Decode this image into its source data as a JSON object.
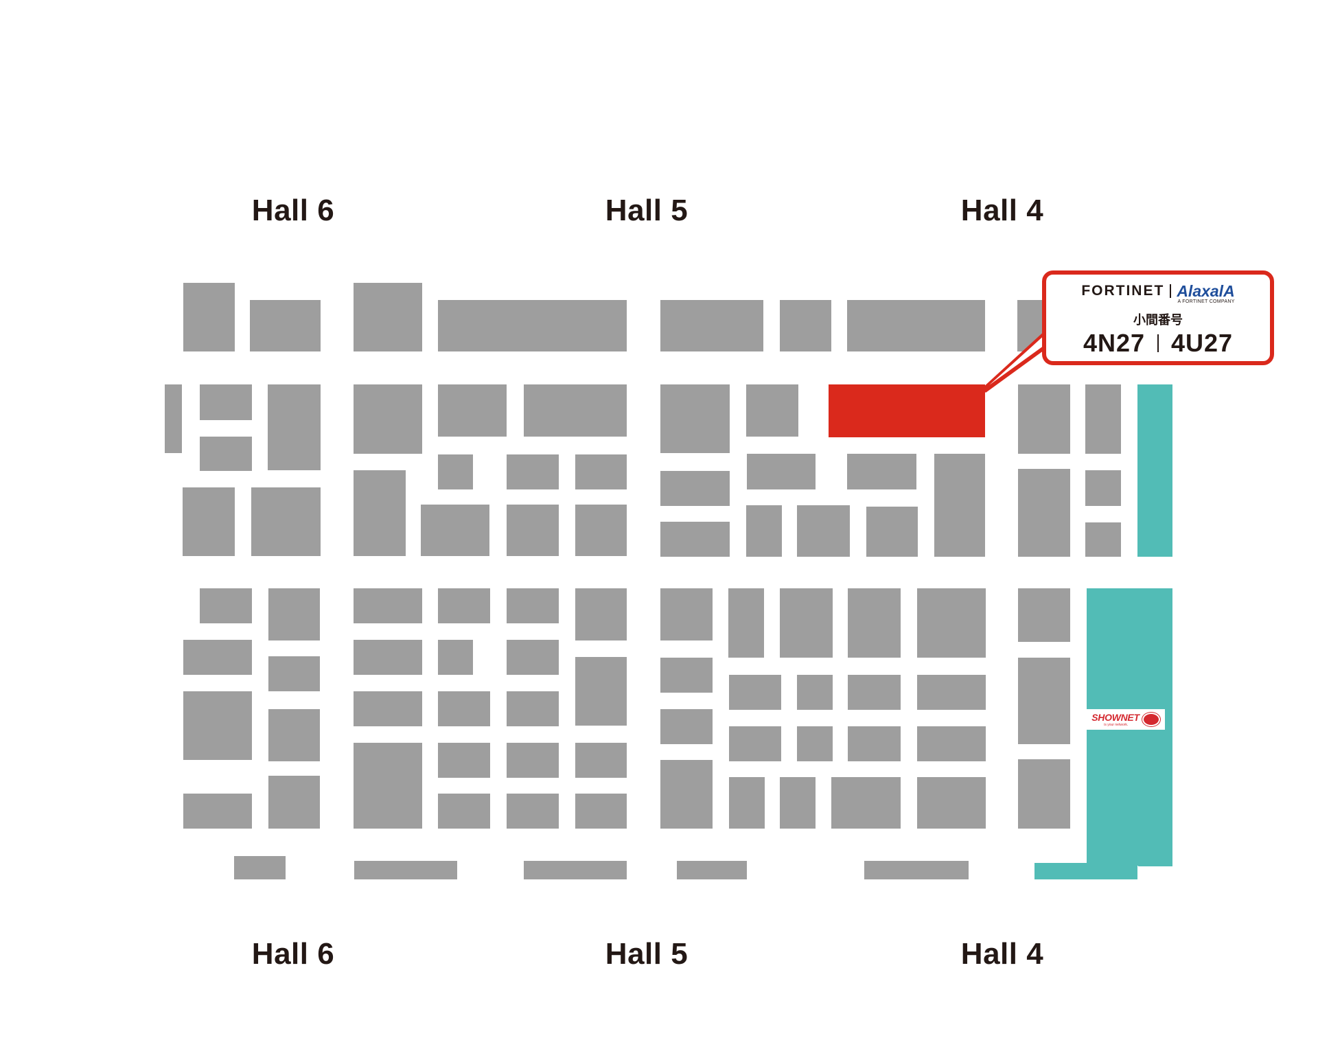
{
  "halls_top": [
    {
      "name": "Hall 6"
    },
    {
      "name": "Hall 5"
    },
    {
      "name": "Hall 4"
    }
  ],
  "halls_bottom": [
    {
      "name": "Hall 6"
    },
    {
      "name": "Hall 5"
    },
    {
      "name": "Hall 4"
    }
  ],
  "callout": {
    "logo_fortinet": "FORTINET",
    "logo_alaxala": "AlaxalA",
    "logo_alaxala_sub": "A FORTINET COMPANY",
    "booth_label": "小間番号",
    "booth_numbers": [
      "4N27",
      "4U27"
    ]
  },
  "shownet": {
    "name": "SHOWNET",
    "tagline": "is your network."
  },
  "colors": {
    "booth": "#9e9e9e",
    "highlight_booth": "#da291c",
    "shownet_area": "#52bcb6",
    "label_text": "#231815",
    "alaxala_blue": "#1f4e9b"
  }
}
